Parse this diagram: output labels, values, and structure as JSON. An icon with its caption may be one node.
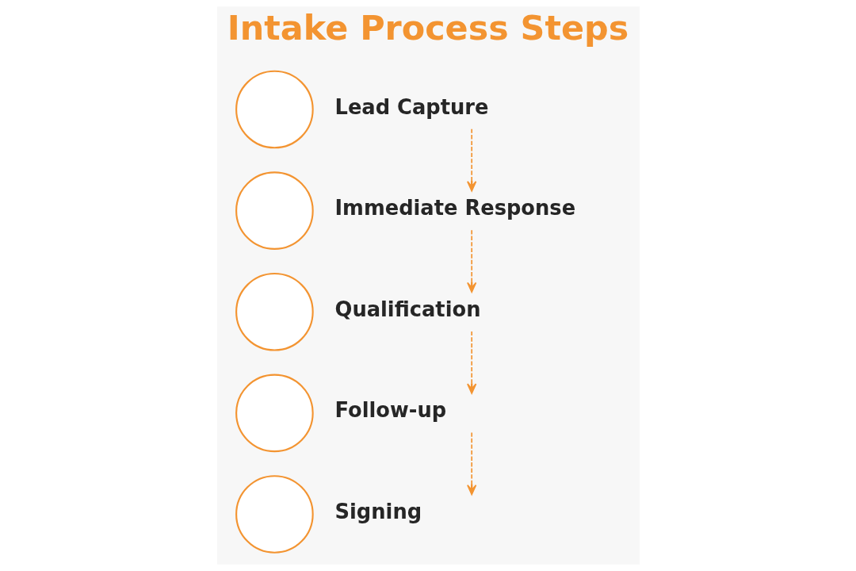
{
  "diagram": {
    "title": "Intake Process Steps",
    "nodes": [
      {
        "text": [],
        "shape": "circle"
      },
      {
        "text": [
          "Lead Capture"
        ]
      },
      {
        "text": [],
        "shape": "circle"
      },
      {
        "text": [
          "Immediate Response"
        ]
      },
      {
        "text": [],
        "shape": "circle"
      },
      {
        "text": [
          "Qualification"
        ]
      },
      {
        "text": [],
        "shape": "circle"
      },
      {
        "text": [
          "Follow-up"
        ]
      },
      {
        "text": [],
        "shape": "circle"
      },
      {
        "text": [
          "Signing"
        ]
      }
    ],
    "edges": [
      {
        "from": 1,
        "to": 3,
        "arrow": "to",
        "style": "dashed"
      },
      {
        "from": 3,
        "to": 5,
        "arrow": "to",
        "style": "dashed"
      },
      {
        "from": 5,
        "to": 7,
        "arrow": "to",
        "style": "dashed"
      },
      {
        "from": 7,
        "to": 9,
        "arrow": "to",
        "style": "dashed"
      }
    ]
  }
}
